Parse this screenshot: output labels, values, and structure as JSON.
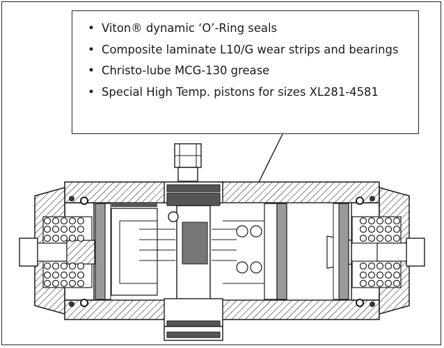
{
  "callout": {
    "items": [
      "Viton® dynamic ‘O’-Ring seals",
      "Composite laminate L10/G wear strips and bearings",
      "Christo-lube MCG-130 grease",
      "Special High Temp. pistons for sizes XL281-4581"
    ]
  },
  "colors": {
    "line": "#1a1a1a",
    "dark_fill": "#555555",
    "mid_fill": "#9a9a9a",
    "light_fill": "#d9d9d9"
  }
}
